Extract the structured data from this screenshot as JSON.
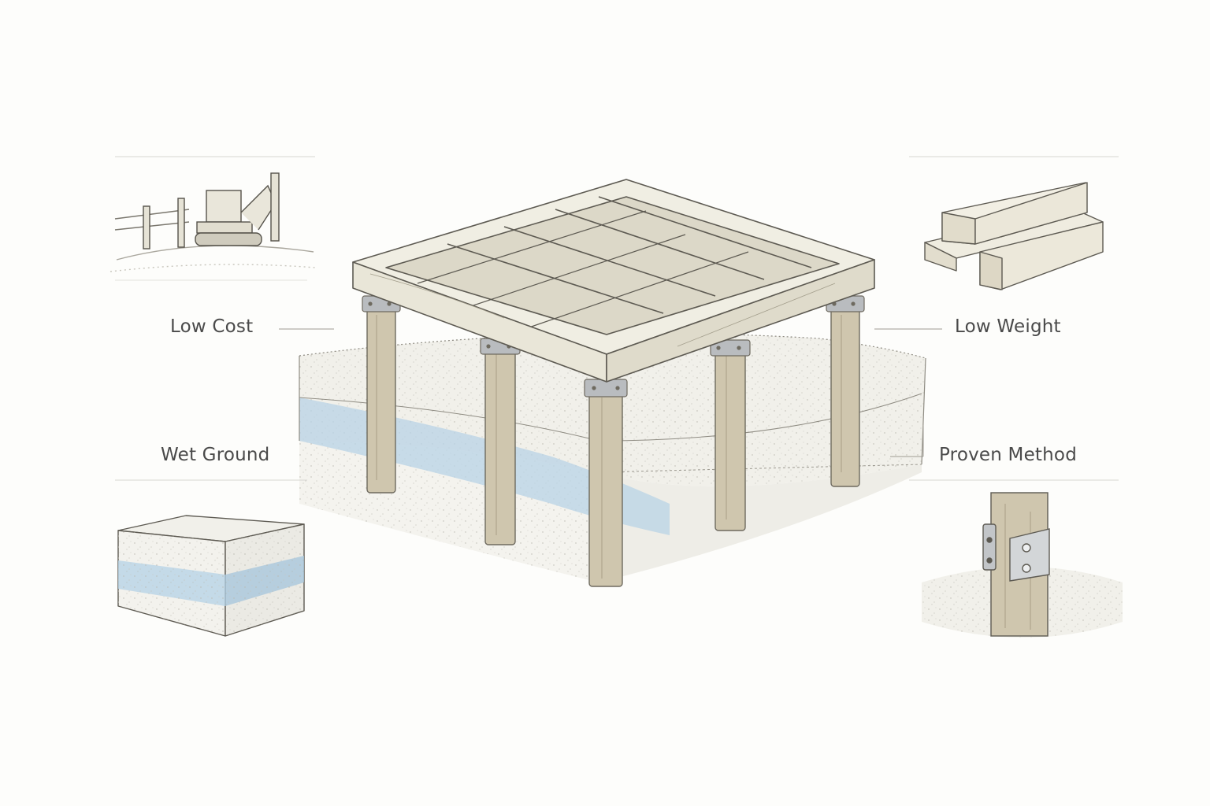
{
  "labels": {
    "low_cost": "Low Cost",
    "low_weight": "Low Weight",
    "wet_ground": "Wet Ground",
    "proven_method": "Proven Method"
  },
  "colors": {
    "background": "#fdfdfb",
    "timber": "#ece9dc",
    "timber_dark": "#ddd8c6",
    "post": "#c9bfa6",
    "soil": "#f2f1ec",
    "water": "#b8d3e6",
    "steel": "#b9bcbf",
    "ink": "#55524a",
    "text": "#4a4a4a"
  },
  "icons": {
    "center": "timber-platform-on-piles",
    "low_cost": "mini-excavator-with-fence",
    "low_weight": "stacked-timber-beams",
    "wet_ground": "soil-cube-with-water-layer",
    "proven_method": "pile-with-steel-bracket"
  }
}
